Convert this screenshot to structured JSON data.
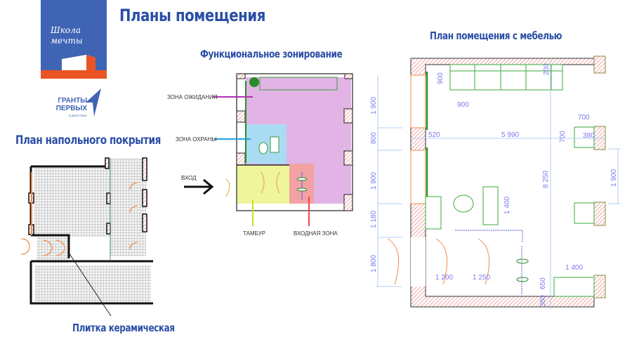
{
  "slide": {
    "title": "Планы помещения",
    "logo_school": "Школа мечты",
    "logo_grants": [
      "ГРАНТЫ",
      "ПЕРВЫХ"
    ],
    "logo_grants_sub": "В ДЕЙСТВИИ"
  },
  "floor_plan": {
    "title": "План напольного покрытия",
    "material_label": "Плитка керамическая"
  },
  "zoning_plan": {
    "title": "Функциональное зонирование",
    "entrance_label": "ВХОД",
    "zones": {
      "waiting": "ЗОНА ОЖИДАНИЯ",
      "security": "ЗОНА ОХРАНЫ",
      "vestibule": "ТАМБУР",
      "entrance": "ВХОДНАЯ ЗОНА"
    },
    "colors": {
      "waiting": "#e2b4e6",
      "security": "#a9dcf2",
      "vestibule": "#eef59a",
      "entrance": "#f2a2a2"
    }
  },
  "furniture_plan": {
    "title": "План помещения с мебелью",
    "dims_left": [
      "1 900",
      "800",
      "1 900",
      "1 180",
      "1 800"
    ],
    "dims": {
      "d900v": "900",
      "d900h": "900",
      "d200": "200",
      "d520": "520",
      "d5990": "5 990",
      "d700h": "700",
      "d700v": "700",
      "d380a": "380",
      "d1900r": "1 900",
      "d8250": "8 250",
      "d1400v": "1 400",
      "d1400h": "1 400",
      "d1200": "1 200",
      "d1250": "1 250",
      "d650": "650",
      "d380b": "380"
    }
  }
}
